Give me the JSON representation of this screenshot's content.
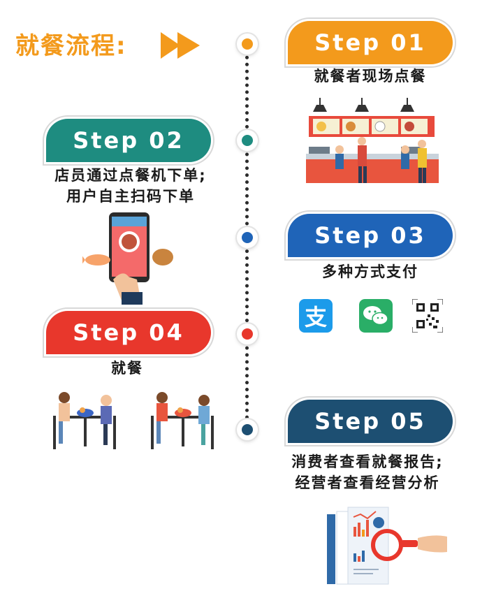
{
  "header": {
    "title": "就餐流程:"
  },
  "colors": {
    "orange": "#f39a1c",
    "teal": "#1e8c80",
    "blue": "#1f64b8",
    "red": "#e8372c",
    "navy": "#1d4f72",
    "alipay": "#1c9bea",
    "wechat": "#2aae67"
  },
  "steps": [
    {
      "label": "Step 01",
      "caption_lines": [
        "就餐者现场点餐"
      ]
    },
    {
      "label": "Step 02",
      "caption_lines": [
        "店员通过点餐机下单;",
        "用户自主扫码下单"
      ]
    },
    {
      "label": "Step 03",
      "caption_lines": [
        "多种方式支付"
      ]
    },
    {
      "label": "Step 04",
      "caption_lines": [
        "就餐"
      ]
    },
    {
      "label": "Step 05",
      "caption_lines": [
        "消费者查看就餐报告;",
        "经营者查看经营分析"
      ]
    }
  ],
  "payment_icons": [
    "alipay-icon",
    "wechat-icon",
    "qr-code-icon"
  ],
  "alipay_glyph": "支"
}
